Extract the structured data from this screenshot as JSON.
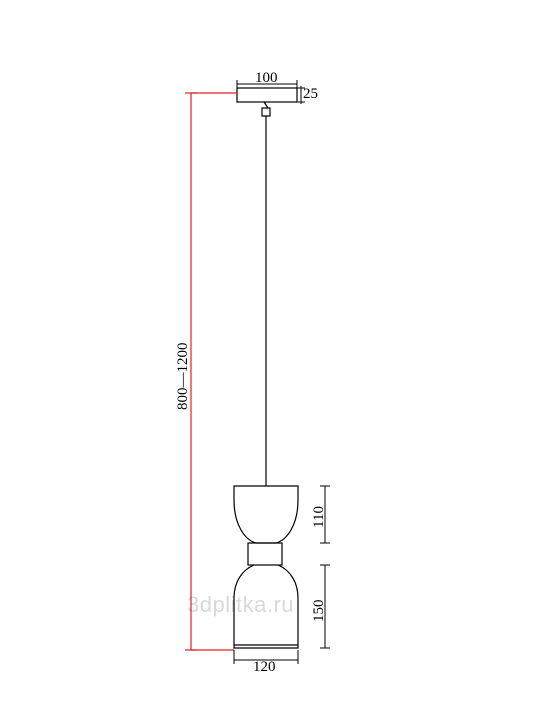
{
  "drawing": {
    "dimensions": {
      "canopy_width": "100",
      "canopy_height": "25",
      "suspension_length": "800—1200",
      "shade_top_height": "110",
      "shade_bottom_height": "150",
      "shade_diameter": "120"
    },
    "watermark": "3dplitka.ru",
    "colors": {
      "outline": "#000000",
      "height_dimension": "#e31e24",
      "watermark": "#d9d9d9"
    }
  }
}
